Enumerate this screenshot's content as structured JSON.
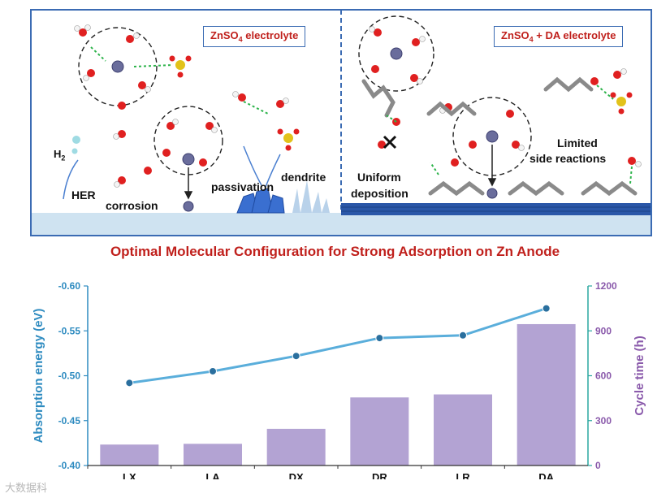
{
  "scene": {
    "left_badge": "ZnSO4 electrolyte",
    "right_badge": "ZnSO4 + DA electrolyte",
    "labels": {
      "h2": "H2",
      "her": "HER",
      "corrosion": "corrosion",
      "passivation": "passivation",
      "dendrite": "dendrite",
      "uniform": "Uniform",
      "deposition": "deposition",
      "limited": "Limited",
      "side_reactions": "side reactions"
    }
  },
  "title": "Optimal Molecular Configuration for Strong Adsorption on Zn Anode",
  "watermark": "大数据科",
  "colors": {
    "title_red": "#c0201c",
    "axis_left": "#2e8bc0",
    "axis_right": "#8a5aab",
    "bar": "#b3a3d3",
    "line": "#5aaedb",
    "marker": "#2a6f9e",
    "badge_border": "#3b6bb3"
  },
  "chart_data": {
    "type": "bar+line",
    "categories": [
      "LX",
      "LA",
      "DX",
      "DR",
      "LR",
      "DA"
    ],
    "bars": {
      "axis": "right",
      "values": [
        140,
        145,
        245,
        455,
        475,
        945
      ]
    },
    "line": {
      "axis": "left",
      "values": [
        -0.492,
        -0.505,
        -0.522,
        -0.542,
        -0.545,
        -0.575
      ]
    },
    "ylabel_left": "Absorption energy (eV)",
    "ylabel_right": "Cycle time (h)",
    "ylim_left": [
      -0.4,
      -0.6
    ],
    "yticks_left": [
      "-0.60",
      "-0.55",
      "-0.50",
      "-0.45",
      "-0.40"
    ],
    "ylim_right": [
      0,
      1200
    ],
    "yticks_right": [
      "1200",
      "900",
      "600",
      "300",
      "0"
    ]
  }
}
